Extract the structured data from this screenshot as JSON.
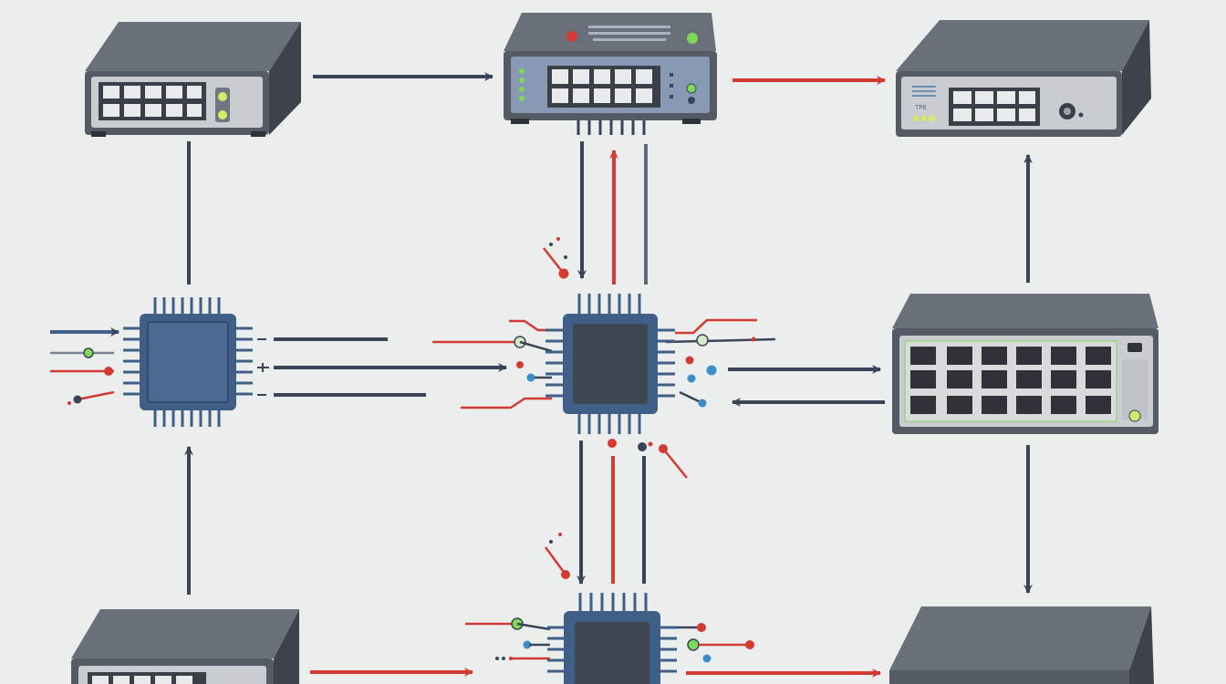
{
  "colors": {
    "background": "#eceeed",
    "arrow_dark": "#3a4458",
    "arrow_red": "#d23a32",
    "chip_body": "#405f86",
    "chip_core": "#3f4652",
    "device_dark": "#4a4f58",
    "device_face": "#c9ccd0",
    "led_green": "#7ed957",
    "led_red": "#d23a32",
    "led_blue": "#3a8fc8"
  },
  "labels": {
    "device_tr_tag": "TP6"
  },
  "nodes": [
    {
      "id": "switch-top-left",
      "kind": "switch",
      "icon": "network-switch-icon"
    },
    {
      "id": "switch-top-center",
      "kind": "switch",
      "icon": "network-switch-icon"
    },
    {
      "id": "router-top-right",
      "kind": "router",
      "icon": "router-icon"
    },
    {
      "id": "chip-mid-left",
      "kind": "chip",
      "icon": "microchip-icon"
    },
    {
      "id": "chip-center",
      "kind": "chip",
      "icon": "microchip-icon"
    },
    {
      "id": "switch-mid-right",
      "kind": "switch",
      "icon": "network-switch-icon"
    },
    {
      "id": "switch-bottom-left",
      "kind": "switch",
      "icon": "network-switch-icon"
    },
    {
      "id": "chip-bottom-center",
      "kind": "chip",
      "icon": "microchip-icon"
    },
    {
      "id": "device-bottom-right",
      "kind": "device",
      "icon": "router-icon"
    }
  ],
  "edges": [
    {
      "from": "switch-top-left",
      "to": "switch-top-center",
      "color": "dark"
    },
    {
      "from": "switch-top-center",
      "to": "router-top-right",
      "color": "red"
    },
    {
      "from": "switch-top-center",
      "to": "chip-center",
      "color": "dark"
    },
    {
      "from": "chip-center",
      "to": "switch-top-center",
      "color": "red"
    },
    {
      "from": "chip-mid-left",
      "to": "chip-center",
      "color": "dark"
    },
    {
      "from": "chip-center",
      "to": "switch-mid-right",
      "color": "dark"
    },
    {
      "from": "switch-mid-right",
      "to": "chip-center",
      "color": "dark"
    },
    {
      "from": "switch-mid-right",
      "to": "router-top-right",
      "color": "dark"
    },
    {
      "from": "switch-mid-right",
      "to": "device-bottom-right",
      "color": "dark"
    },
    {
      "from": "switch-bottom-left",
      "to": "chip-mid-left",
      "color": "dark"
    },
    {
      "from": "switch-top-left",
      "to": "chip-mid-left",
      "color": "dark"
    },
    {
      "from": "chip-center",
      "to": "chip-bottom-center",
      "color": "dark"
    },
    {
      "from": "switch-bottom-left",
      "to": "chip-bottom-center",
      "color": "red"
    },
    {
      "from": "chip-bottom-center",
      "to": "device-bottom-right",
      "color": "red"
    }
  ]
}
